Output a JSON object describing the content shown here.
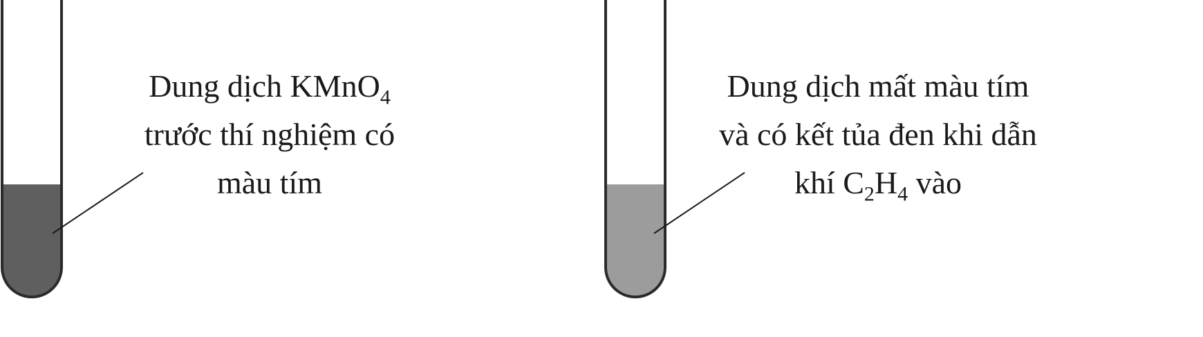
{
  "colors": {
    "tube_outline": "#2b2b2b",
    "liquid_before": "#5f5f5f",
    "liquid_after": "#9c9c9c",
    "text": "#1a1a1a"
  },
  "left_tube": {
    "caption_line1_main": "Dung dịch KMnO",
    "caption_line1_sub": "4",
    "caption_line2": "trước thí nghiệm có",
    "caption_line3": "màu tím"
  },
  "right_tube": {
    "caption_line1": "Dung dịch mất màu tím",
    "caption_line2": "và có kết tủa đen khi dẫn",
    "caption_line3_a": "khí C",
    "caption_line3_sub1": "2",
    "caption_line3_b": "H",
    "caption_line3_sub2": "4",
    "caption_line3_c": " vào"
  }
}
